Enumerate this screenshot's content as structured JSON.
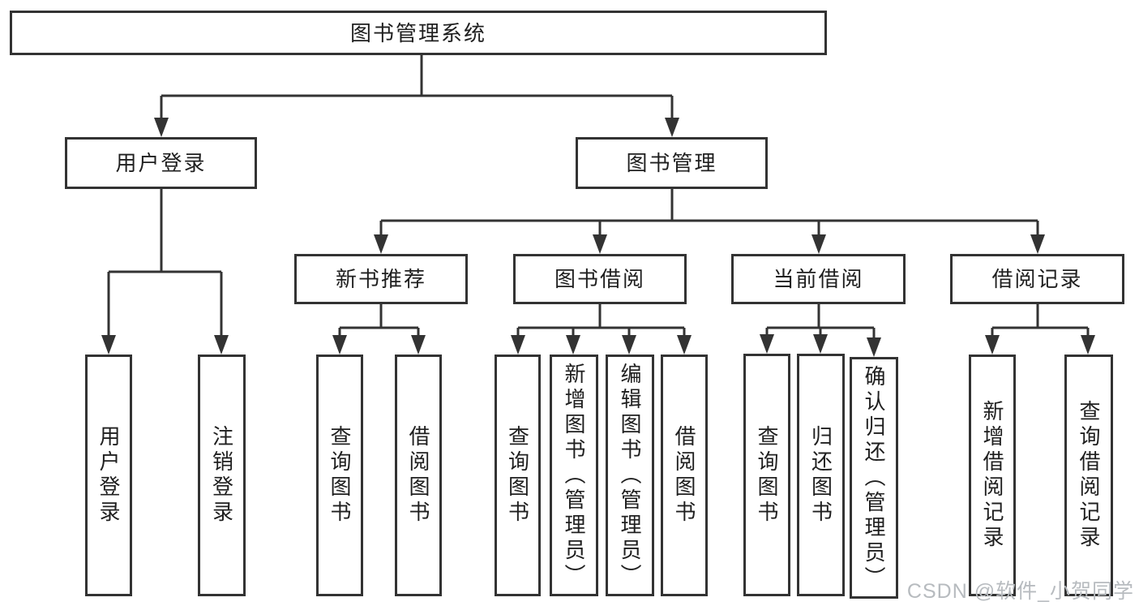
{
  "diagram": {
    "root": "图书管理系统",
    "level2": {
      "user_login": "用户登录",
      "book_mgmt": "图书管理"
    },
    "level3": {
      "new_book": "新书推荐",
      "book_borrow": "图书借阅",
      "current_borrow": "当前借阅",
      "borrow_record": "借阅记录"
    },
    "leaves": {
      "user_login": [
        "用户登录",
        "注销登录"
      ],
      "new_book": [
        "查询图书",
        "借阅图书"
      ],
      "book_borrow": [
        "查询图书",
        "新增图书（管理员）",
        "编辑图书（管理员）",
        "借阅图书"
      ],
      "current_borrow": [
        "查询图书",
        "归还图书",
        "确认归还（管理员）"
      ],
      "borrow_record": [
        "新增借阅记录",
        "查询借阅记录"
      ]
    }
  },
  "watermark": {
    "text": "CSDN @软件_小贺同学"
  },
  "colors": {
    "line": "#333333",
    "box_border": "#333333",
    "text": "#1f1f1f",
    "watermark": "#b7bbbf",
    "background": "#ffffff"
  }
}
